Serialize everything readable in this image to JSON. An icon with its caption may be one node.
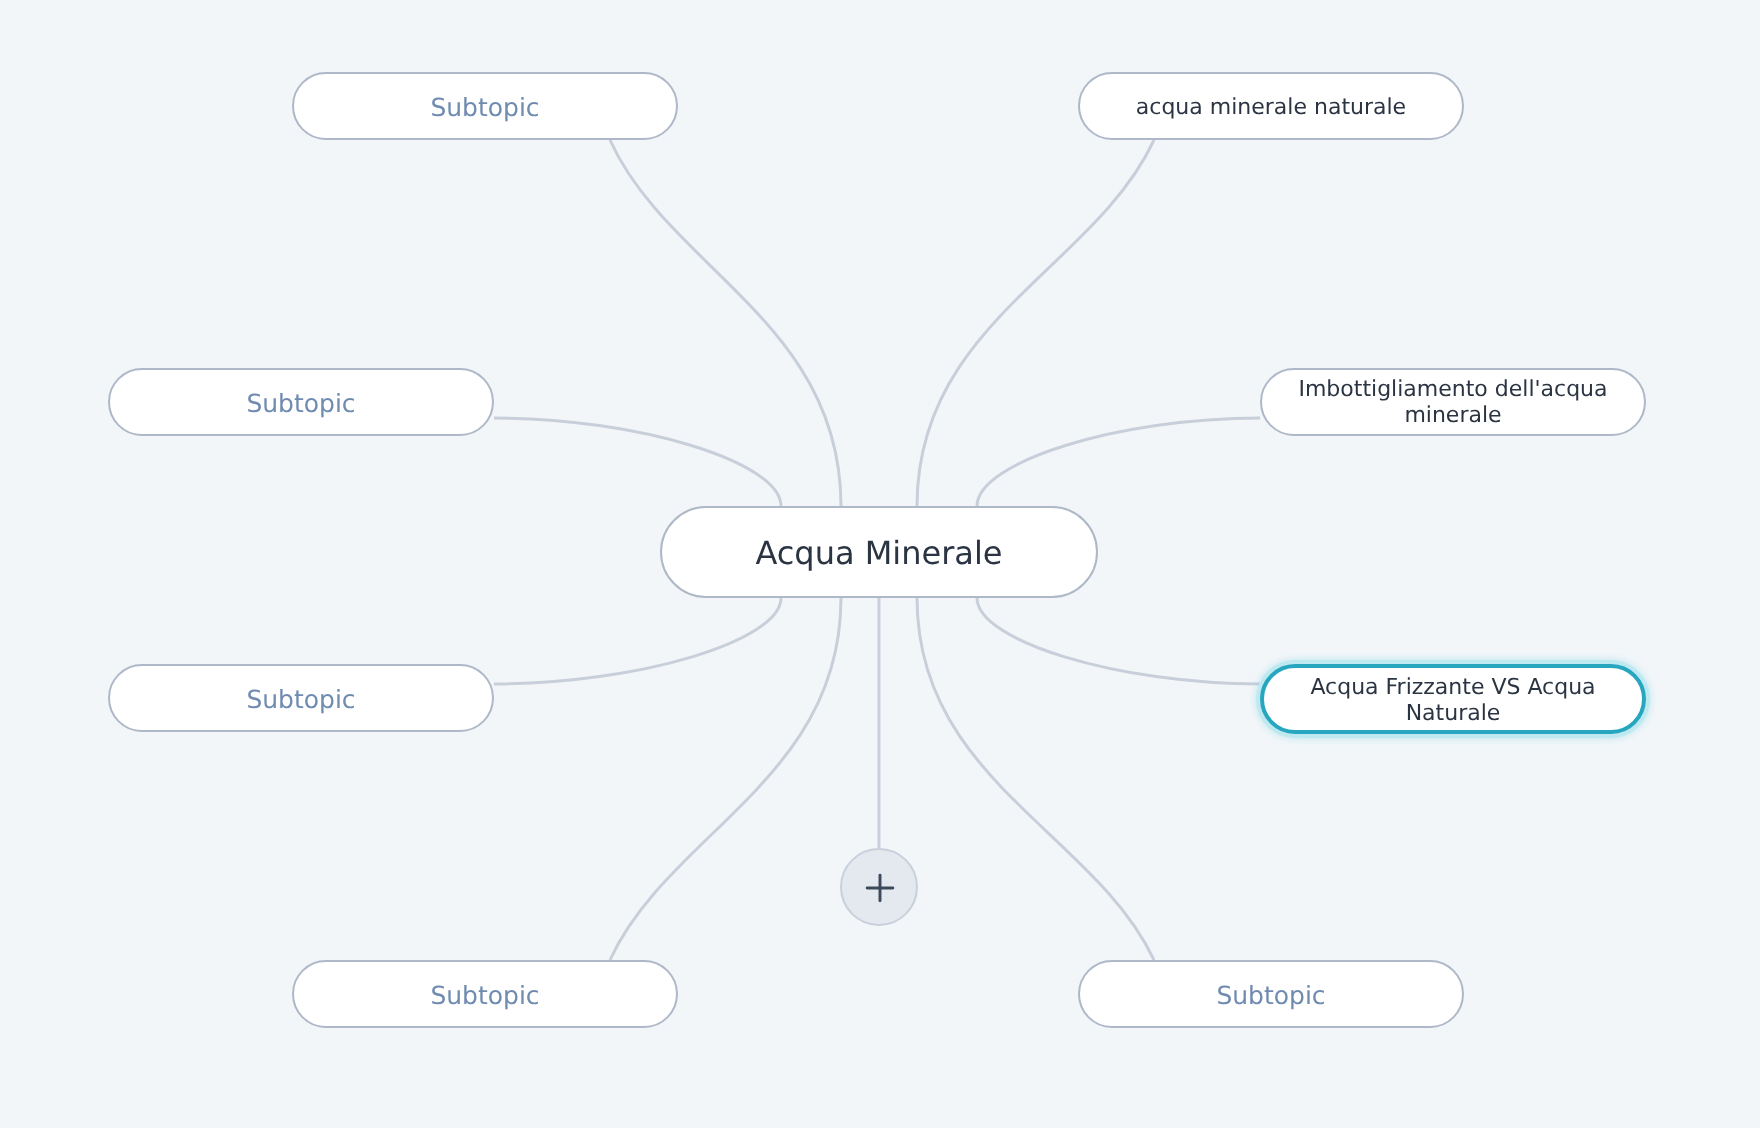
{
  "diagram": {
    "nodes": [
      {
        "text": [
          "Acqua Minerale"
        ]
      },
      {
        "text": [
          "Subtopic"
        ]
      },
      {
        "text": [
          "acqua minerale naturale"
        ]
      },
      {
        "text": [
          "Subtopic"
        ]
      },
      {
        "text": [
          "Imbottigliamento dell'acqua minerale"
        ]
      },
      {
        "text": [
          "Subtopic"
        ]
      },
      {
        "text": [
          "Acqua Frizzante VS Acqua Naturale"
        ]
      },
      {
        "text": [
          "Subtopic"
        ]
      },
      {
        "text": [
          "Subtopic"
        ]
      },
      {
        "text": [],
        "shape": "circle"
      }
    ],
    "edges": [
      {
        "from": 0,
        "to": 1,
        "arrow": "none"
      },
      {
        "from": 0,
        "to": 2,
        "arrow": "none"
      },
      {
        "from": 0,
        "to": 3,
        "arrow": "none"
      },
      {
        "from": 0,
        "to": 4,
        "arrow": "none"
      },
      {
        "from": 0,
        "to": 5,
        "arrow": "none"
      },
      {
        "from": 0,
        "to": 6,
        "arrow": "none"
      },
      {
        "from": 0,
        "to": 7,
        "arrow": "none"
      },
      {
        "from": 0,
        "to": 8,
        "arrow": "none"
      },
      {
        "from": 0,
        "to": 9,
        "arrow": "none"
      }
    ]
  }
}
